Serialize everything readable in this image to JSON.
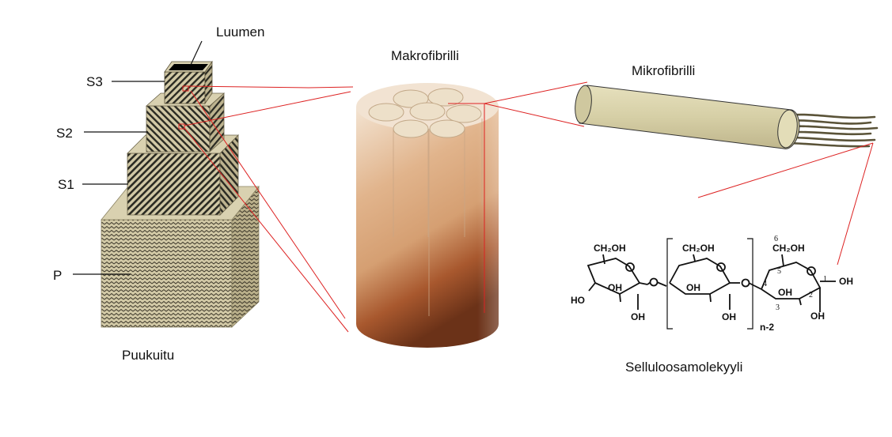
{
  "labels": {
    "luumen": "Luumen",
    "s3": "S3",
    "s2": "S2",
    "s1": "S1",
    "p": "P",
    "puukuitu": "Puukuitu",
    "makrofibrilli": "Makrofibrilli",
    "mikrofibrilli": "Mikrofibrilli",
    "selluloosamolekyyli": "Selluloosamolekyyli"
  },
  "chemistry": {
    "ch2oh": "CH₂OH",
    "oh": "OH",
    "ho": "HO",
    "repeat_subscript": "n-2",
    "carbon_numbers": [
      "1",
      "2",
      "3",
      "4",
      "5",
      "6"
    ]
  },
  "colors": {
    "wall_face": "#d2c9a6",
    "wall_side": "#b9af8a",
    "stripe": "#2a2a22",
    "cylinder_top": "#f0dcc8",
    "cylinder_dark": "#6b3218",
    "microfibril": "#d8d2aa",
    "strand": "#5a5338",
    "leader_red": "#dd2222"
  }
}
